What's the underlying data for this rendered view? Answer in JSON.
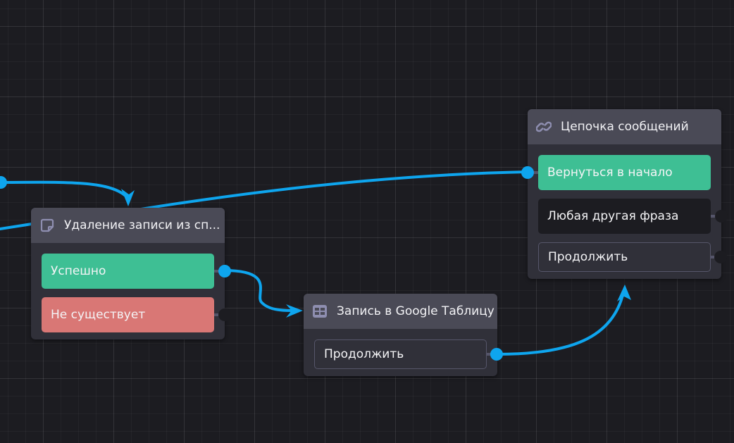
{
  "canvas": {
    "background_color": "#1c1c21",
    "edge_color": "#0ea5ee"
  },
  "nodes": {
    "delete_record": {
      "icon": "sticky-note-icon",
      "title": "Удаление записи из сп...",
      "options": [
        {
          "label": "Успешно",
          "style": "success",
          "color": "#3ebf94",
          "connected": true
        },
        {
          "label": "Не существует",
          "style": "error",
          "color": "#d97775",
          "connected": false
        }
      ]
    },
    "google_sheet": {
      "icon": "table-icon",
      "title": "Запись в Google Таблицу",
      "options": [
        {
          "label": "Продолжить",
          "style": "outline",
          "connected": true
        }
      ]
    },
    "message_chain": {
      "icon": "link-icon",
      "title": "Цепочка сообщений",
      "options": [
        {
          "label": "Вернуться в начало",
          "style": "success",
          "color": "#3ebf94",
          "connected": true
        },
        {
          "label": "Любая другая фраза",
          "style": "dark",
          "connected": false
        },
        {
          "label": "Продолжить",
          "style": "outline",
          "connected": false
        }
      ]
    }
  },
  "edges": [
    {
      "from": "offscreen-left-upper",
      "to": "delete_record.input"
    },
    {
      "from": "offscreen-left-lower",
      "to": "message_chain.options.0"
    },
    {
      "from": "delete_record.options.0",
      "to": "google_sheet.input"
    },
    {
      "from": "google_sheet.options.0",
      "to": "message_chain.input"
    }
  ]
}
